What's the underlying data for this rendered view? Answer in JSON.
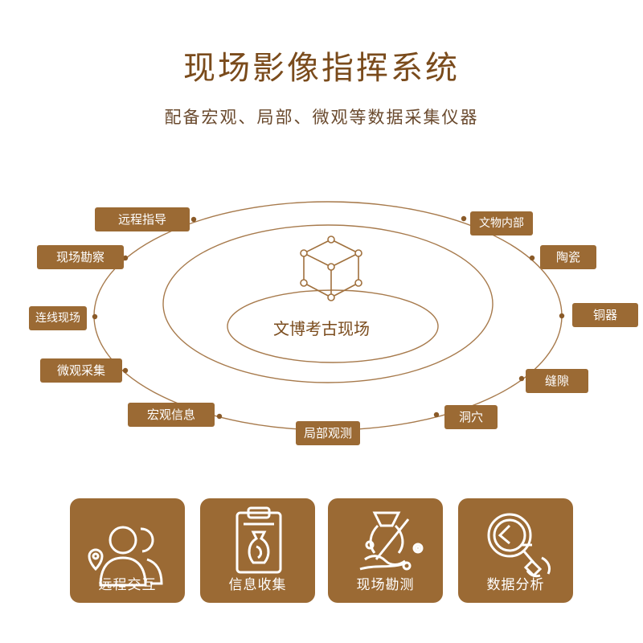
{
  "header": {
    "title": "现场影像指挥系统",
    "subtitle": "配备宏观、局部、微观等数据采集仪器"
  },
  "center": {
    "label": "文博考古现场",
    "icon": "cube-network-icon"
  },
  "orbit_tags": [
    "远程指导",
    "现场勘察",
    "连线现场",
    "微观采集",
    "宏观信息",
    "局部观测",
    "洞穴",
    "缝隙",
    "铜器",
    "陶瓷",
    "文物内部"
  ],
  "features": [
    {
      "label": "远程交互",
      "icon": "users-location-icon"
    },
    {
      "label": "信息收集",
      "icon": "clipboard-vase-icon"
    },
    {
      "label": "现场勘测",
      "icon": "excavation-hand-icon"
    },
    {
      "label": "数据分析",
      "icon": "magnifier-chart-icon"
    }
  ],
  "colors": {
    "brand_brown": "#9b6a34",
    "title_brown": "#7a4b1c",
    "line_brown": "#a77a4c"
  }
}
